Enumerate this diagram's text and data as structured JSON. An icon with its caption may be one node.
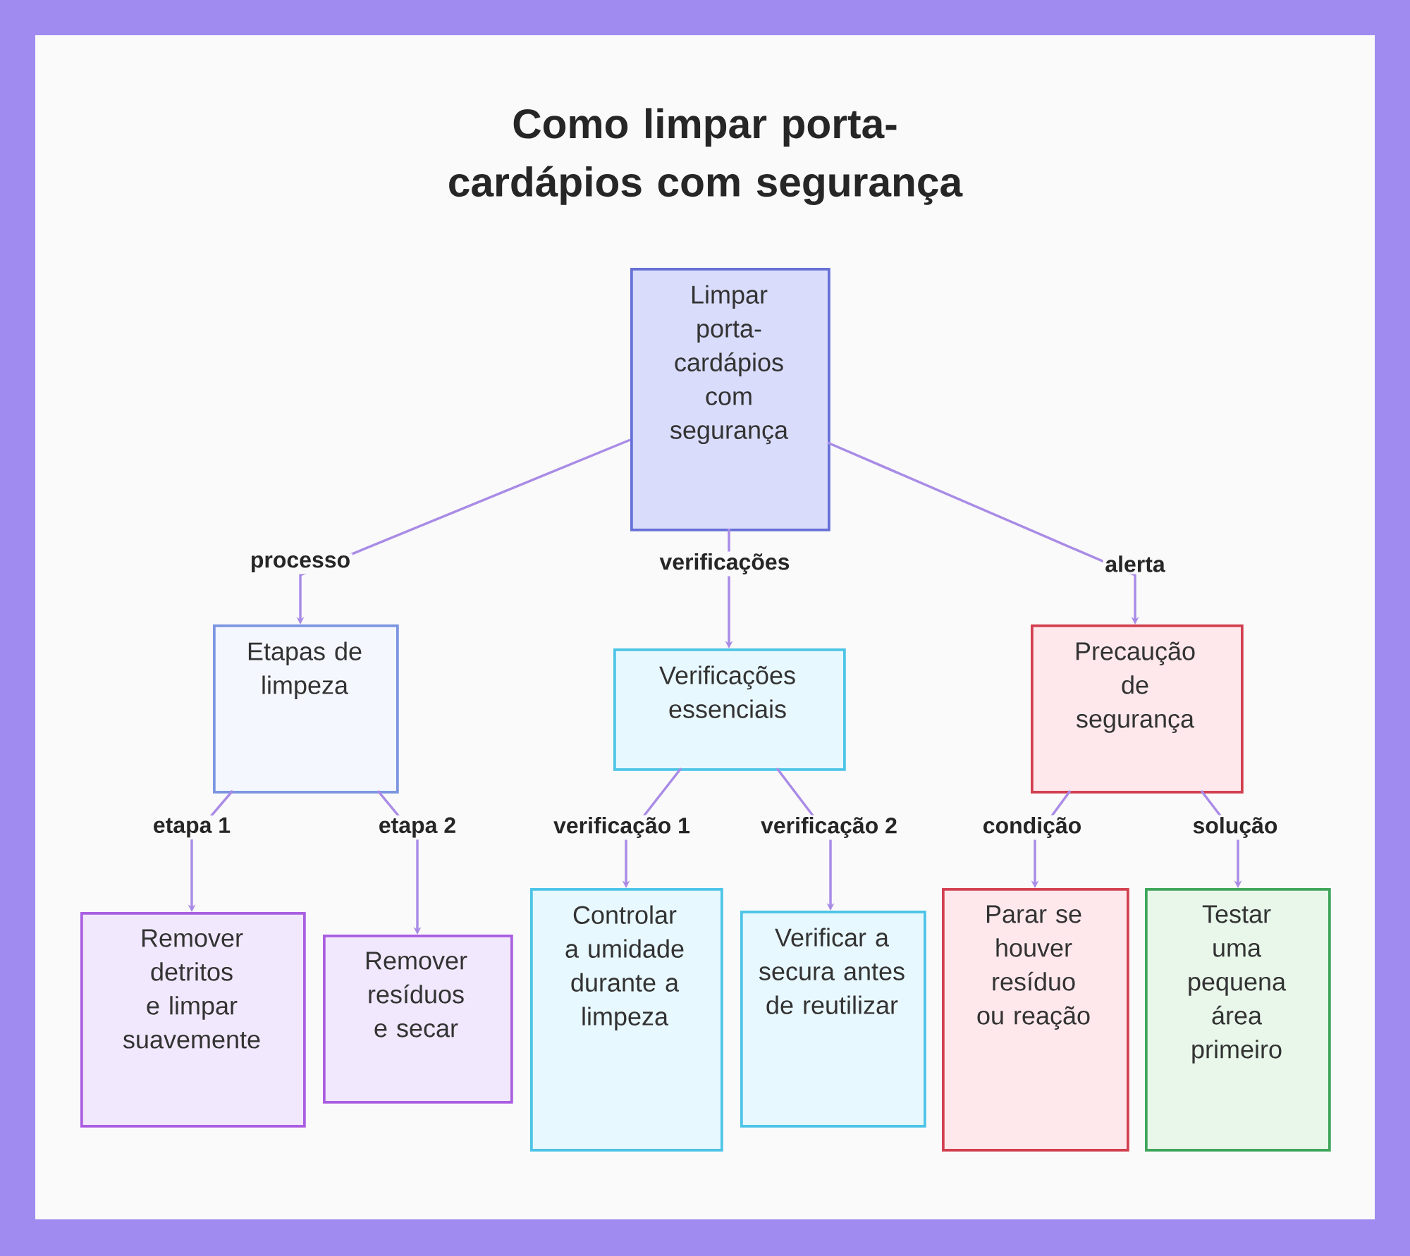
{
  "diagram": {
    "title": "Como limpar porta-cardápios com segurança",
    "nodes": [
      {
        "text": [
          "Limpar porta-cardápios com segurança"
        ]
      },
      {
        "text": [
          "Etapas de limpeza"
        ]
      },
      {
        "text": [
          "Verificações essenciais"
        ]
      },
      {
        "text": [
          "Precaução de segurança"
        ]
      },
      {
        "text": [
          "Remover detritos e limpar suavemente"
        ]
      },
      {
        "text": [
          "Remover resíduos e secar"
        ]
      },
      {
        "text": [
          "Controlar a umidade durante a limpeza"
        ]
      },
      {
        "text": [
          "Verificar a secura antes de reutilizar"
        ]
      },
      {
        "text": [
          "Parar se houver resíduo ou reação"
        ]
      },
      {
        "text": [
          "Testar uma pequena área primeiro"
        ]
      }
    ],
    "edges": [
      {
        "from": 0,
        "to": 1,
        "arrow": "to",
        "label": "processo"
      },
      {
        "from": 0,
        "to": 2,
        "arrow": "to",
        "label": "verificações"
      },
      {
        "from": 0,
        "to": 3,
        "arrow": "to",
        "label": "alerta"
      },
      {
        "from": 1,
        "to": 4,
        "arrow": "to",
        "label": "etapa 1"
      },
      {
        "from": 1,
        "to": 5,
        "arrow": "to",
        "label": "etapa 2"
      },
      {
        "from": 2,
        "to": 6,
        "arrow": "to",
        "label": "verificação 1"
      },
      {
        "from": 2,
        "to": 7,
        "arrow": "to",
        "label": "verificação 2"
      },
      {
        "from": 3,
        "to": 8,
        "arrow": "to",
        "label": "condição"
      },
      {
        "from": 3,
        "to": 9,
        "arrow": "to",
        "label": "solução"
      }
    ]
  }
}
